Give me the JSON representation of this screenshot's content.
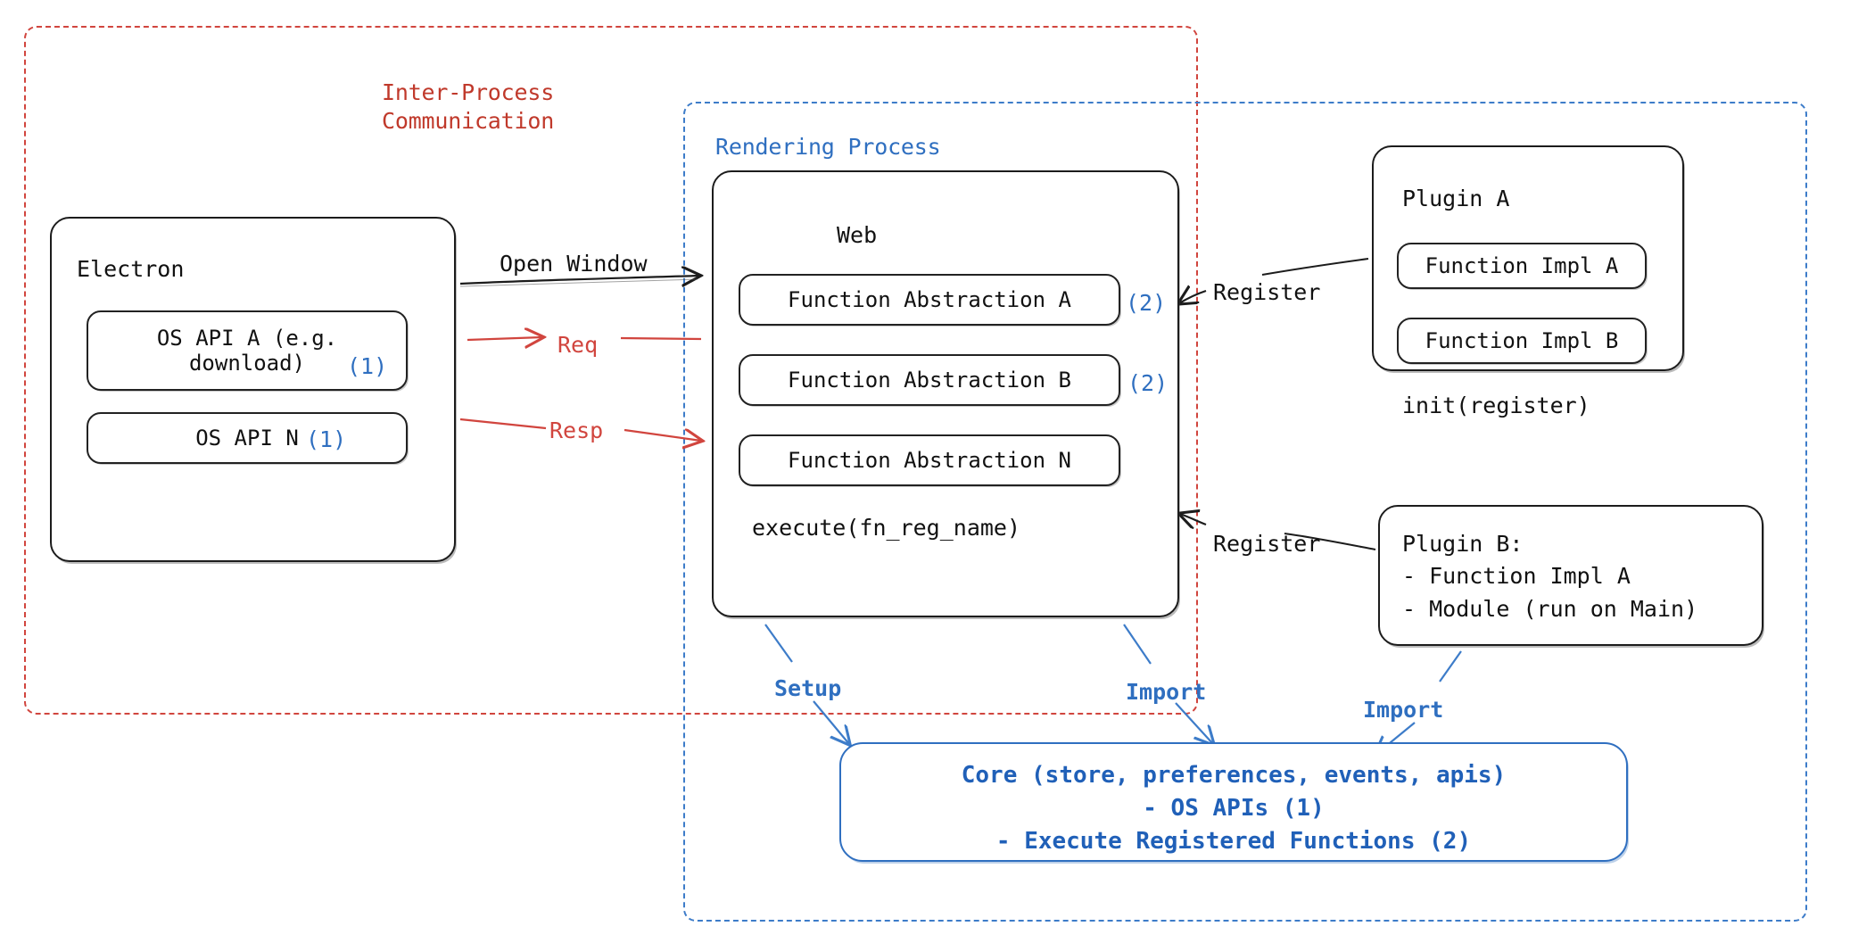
{
  "diagram": {
    "title": "Electron plugin architecture",
    "colors": {
      "red": "#d1453e",
      "blue": "#2f6fc0",
      "core_blue": "#2060b8",
      "black": "#111111"
    }
  },
  "groups": {
    "ipc": {
      "label": "Inter-Process\nCommunication",
      "color": "#c0392b",
      "style": "dashed"
    },
    "rendering": {
      "label": "Rendering Process",
      "color": "#2f6fc0",
      "style": "dashed"
    }
  },
  "electron": {
    "title": "Electron",
    "apis": [
      {
        "label": "OS API A (e.g.\ndownload)",
        "marker": "(1)"
      },
      {
        "label": "OS API N",
        "marker": "(1)"
      }
    ]
  },
  "web": {
    "title": "Web",
    "abstractions": [
      {
        "label": "Function Abstraction A",
        "marker": "(2)"
      },
      {
        "label": "Function Abstraction B",
        "marker": "(2)"
      },
      {
        "label": "Function Abstraction N",
        "marker": ""
      }
    ],
    "execute": "execute(fn_reg_name)"
  },
  "plugin_a": {
    "title": "Plugin A",
    "impls": [
      "Function Impl A",
      "Function Impl B"
    ],
    "init": "init(register)"
  },
  "plugin_b": {
    "text": "Plugin B:\n- Function Impl A\n- Module (run on Main)"
  },
  "core": {
    "text": "Core (store, preferences, events, apis)\n- OS APIs (1)\n- Execute Registered Functions (2)"
  },
  "edges": [
    {
      "name": "open-window",
      "label": "Open Window",
      "color": "black"
    },
    {
      "name": "req",
      "label": "Req",
      "color": "red"
    },
    {
      "name": "resp",
      "label": "Resp",
      "color": "red"
    },
    {
      "name": "register-1",
      "label": "Register",
      "color": "black"
    },
    {
      "name": "register-2",
      "label": "Register",
      "color": "black"
    },
    {
      "name": "setup",
      "label": "Setup",
      "color": "blue"
    },
    {
      "name": "import-1",
      "label": "Import",
      "color": "blue"
    },
    {
      "name": "import-2",
      "label": "Import",
      "color": "blue"
    }
  ]
}
